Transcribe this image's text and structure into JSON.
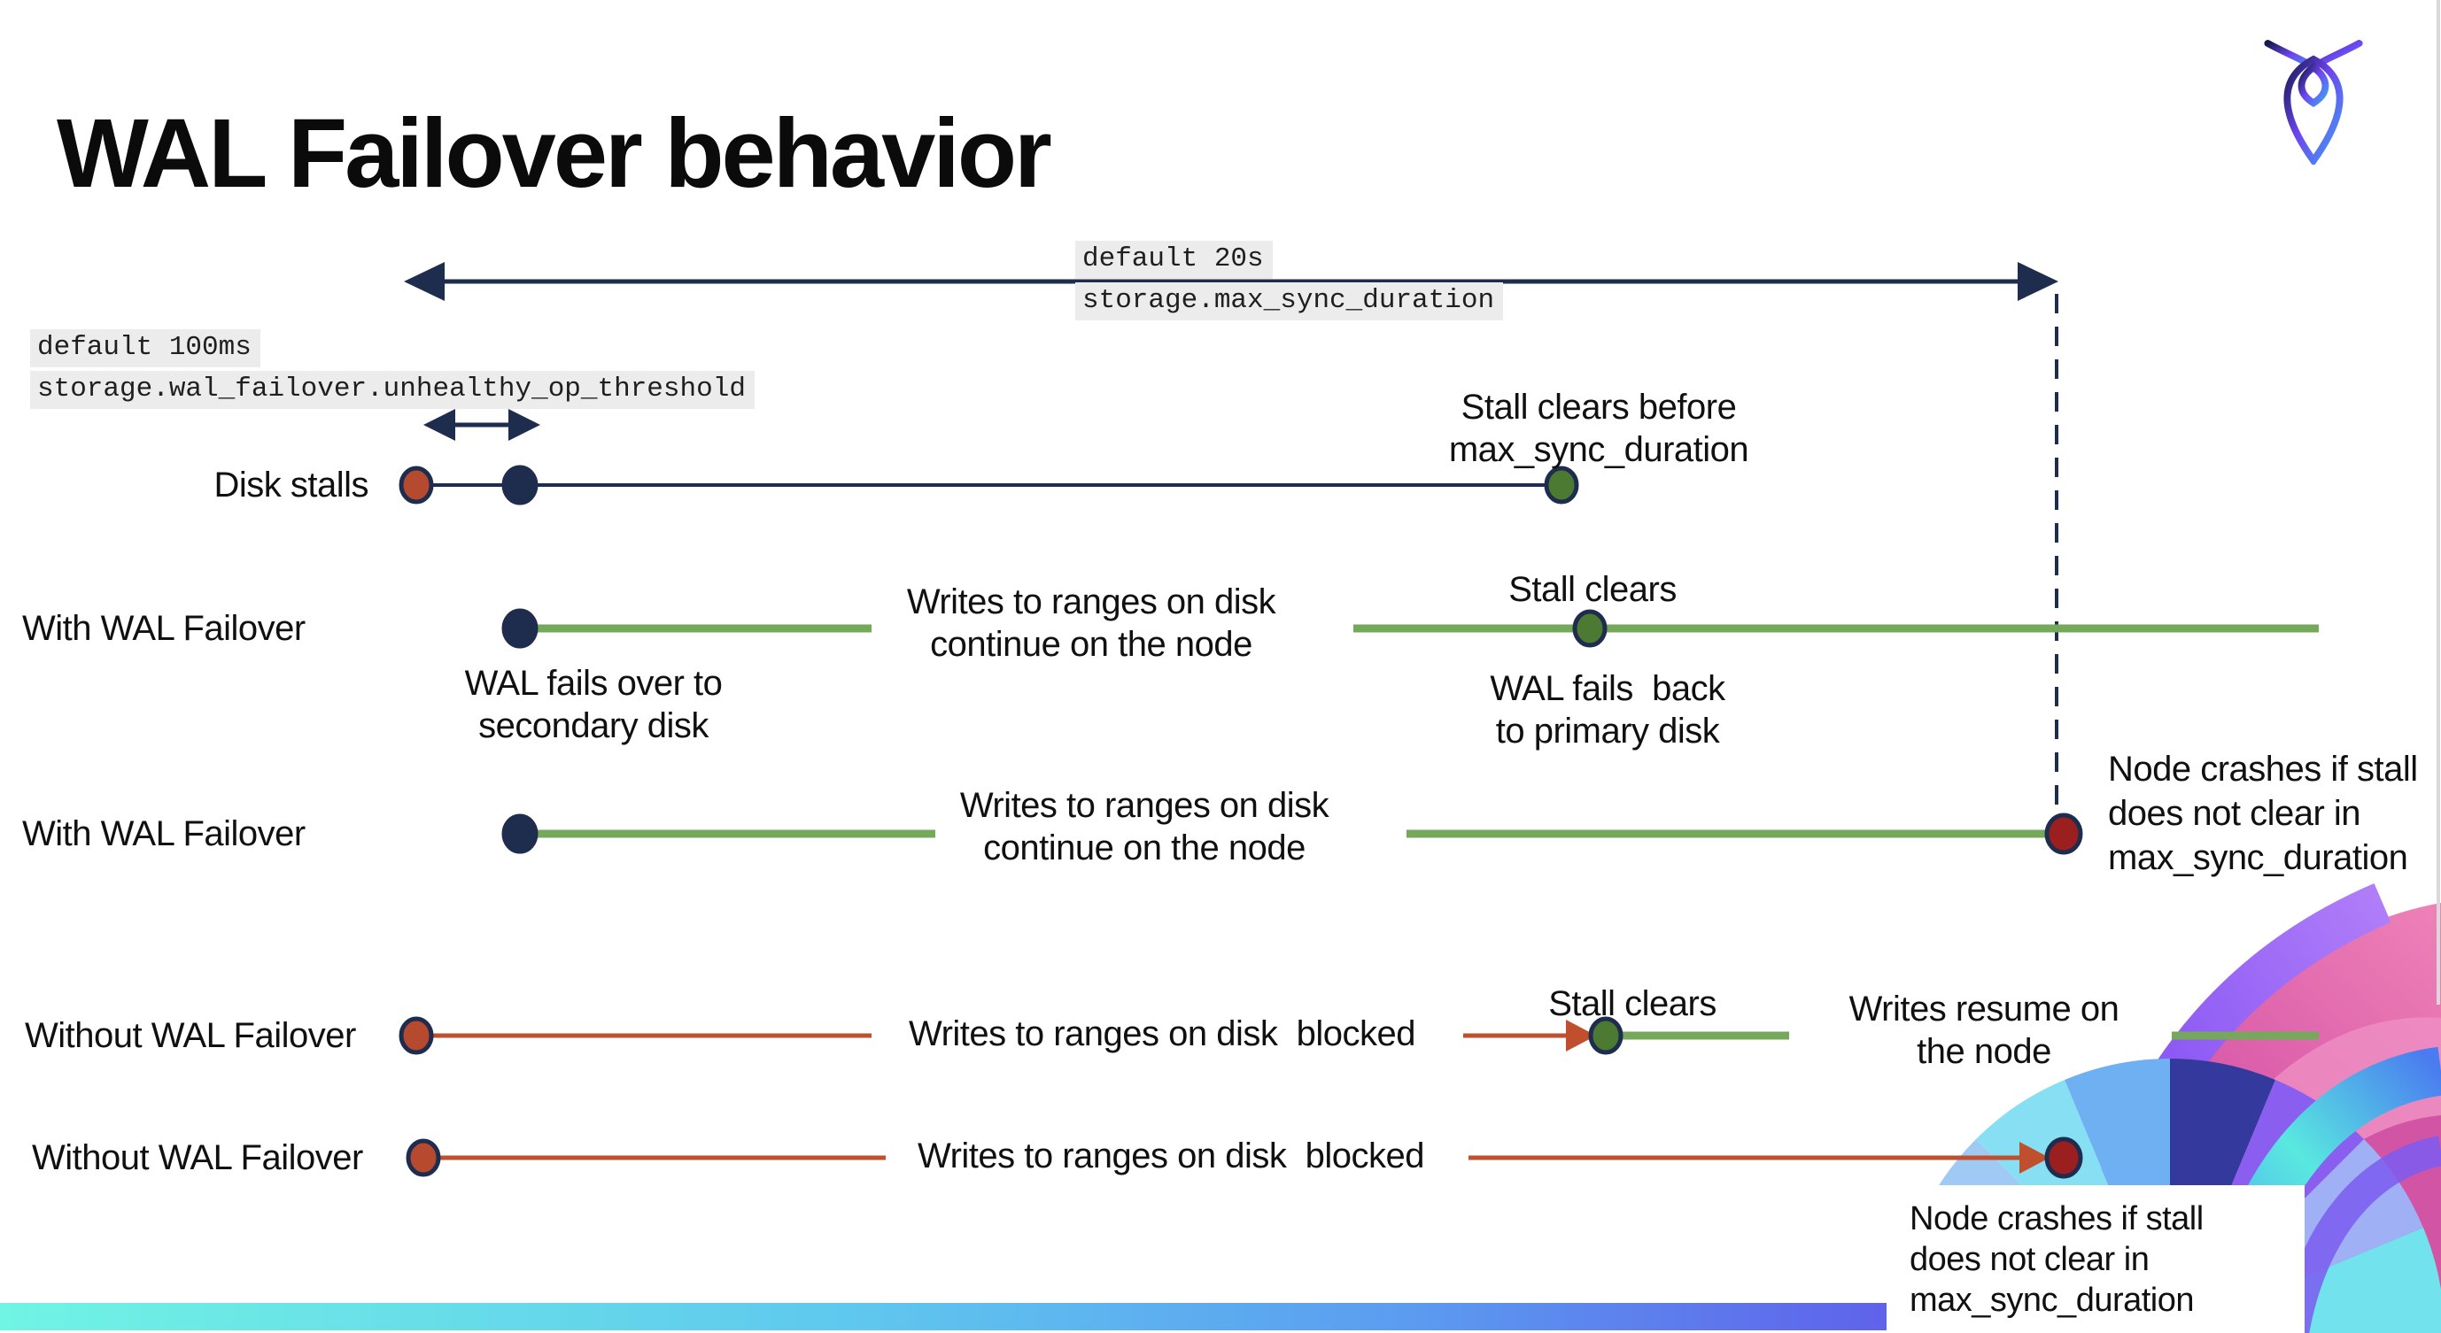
{
  "title": "WAL Failover behavior",
  "settings": {
    "max_sync_duration": {
      "default_label": "default 20s",
      "setting_name": "storage.max_sync_duration"
    },
    "unhealthy_op_threshold": {
      "default_label": "default 100ms",
      "setting_name": "storage.wal_failover.unhealthy_op_threshold"
    }
  },
  "rows": [
    {
      "label": "Disk stalls"
    },
    {
      "label": "With WAL Failover"
    },
    {
      "label": "With WAL Failover"
    },
    {
      "label": "Without WAL Failover"
    },
    {
      "label": "Without WAL Failover"
    }
  ],
  "notes": {
    "stall_clears_before": "Stall clears before\nmax_sync_duration",
    "wal_fails_over": "WAL fails over to\nsecondary disk",
    "writes_continue_1": "Writes to ranges on disk\ncontinue on the node",
    "stall_clears_1": "Stall clears",
    "wal_fails_back": "WAL fails  back\nto primary disk",
    "writes_continue_2": "Writes to ranges on disk\ncontinue on the node",
    "node_crashes_1": "Node crashes if stall\ndoes not clear in\nmax_sync_duration",
    "writes_blocked_1": "Writes to ranges on disk  blocked",
    "stall_clears_2": "Stall clears",
    "writes_resume": "Writes resume on\nthe node",
    "writes_blocked_2": "Writes to ranges on disk  blocked",
    "node_crashes_2": "Node crashes if stall\ndoes not clear in\nmax_sync_duration"
  },
  "colors": {
    "navy": "#1e2c4e",
    "green_line": "#75a85b",
    "green_dot": "#4c7a32",
    "red_line": "#c04f2e",
    "red_dot": "#b54a2e",
    "dark_red_dot": "#9c1f1f",
    "code_bg": "#ececec",
    "text": "#111111",
    "bar_start": "#70f4e3",
    "bar_mid": "#5b9bf0",
    "bar_end": "#5f62ea"
  }
}
